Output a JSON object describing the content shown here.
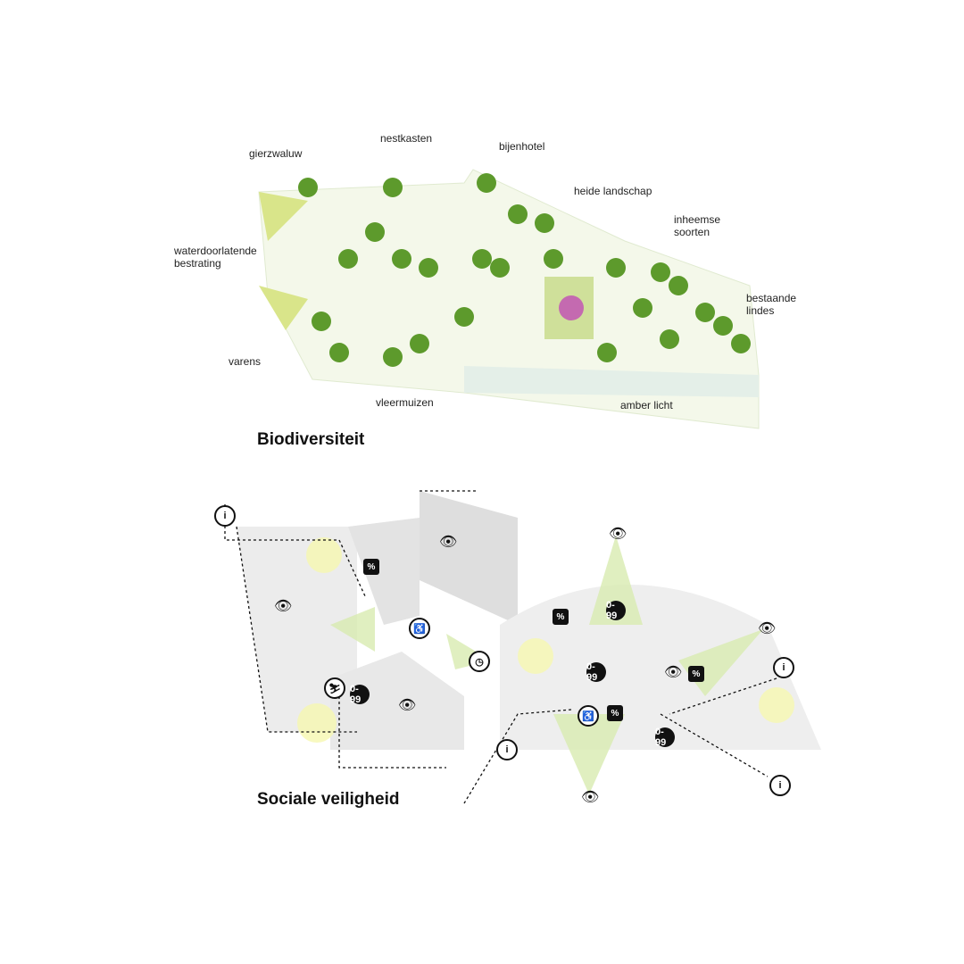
{
  "biodiversity": {
    "title": "Biodiversiteit",
    "labels": {
      "gierzwaluw": "gierzwaluw",
      "nestkasten": "nestkasten",
      "bijenhotel": "bijenhotel",
      "heide": "heide landschap",
      "inheemse": "inheemse\nsoorten",
      "waterdoorlatend": "waterdoorlatende\nbestrating",
      "lindes": "bestaande\nlindes",
      "varens": "varens",
      "vleermuizen": "vleermuizen",
      "amber": "amber licht"
    }
  },
  "social_safety": {
    "title": "Sociale veiligheid",
    "icons": {
      "info": "i",
      "age": "0-99",
      "percent": "%"
    }
  },
  "colors": {
    "green": "#3aa835",
    "light_green": "#cfe6a0",
    "building": "#e6e6e6"
  }
}
